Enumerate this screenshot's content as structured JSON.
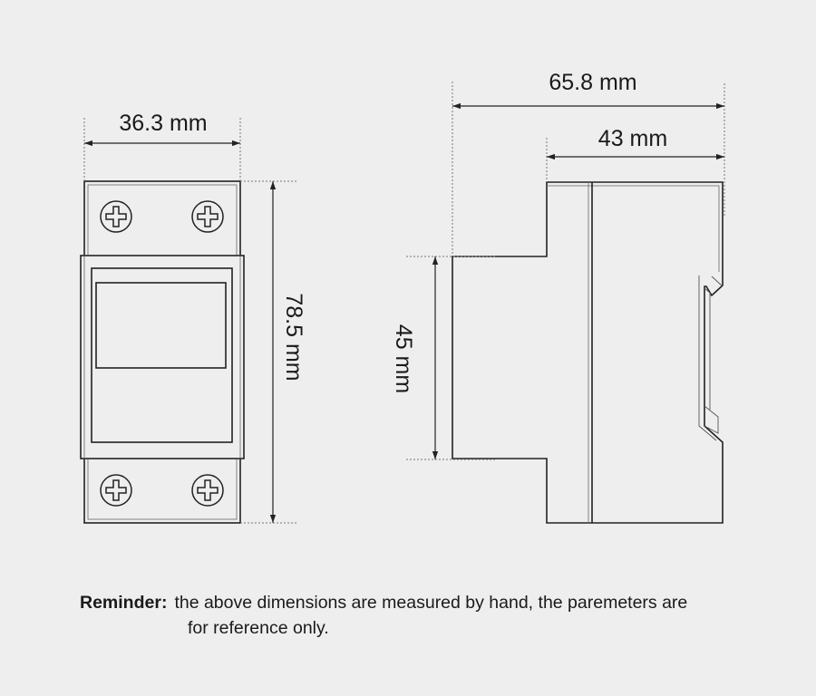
{
  "dimensions": {
    "front_width": "36.3 mm",
    "front_height": "78.5 mm",
    "side_total_depth": "65.8 mm",
    "side_body_depth": "43 mm",
    "side_rail_height": "45 mm"
  },
  "reminder": {
    "label": "Reminder:",
    "line1": "the above dimensions are measured by hand, the paremeters are",
    "line2": "for reference only."
  },
  "colors": {
    "background": "#eeeeee",
    "line": "#222222",
    "guide": "#777777"
  }
}
